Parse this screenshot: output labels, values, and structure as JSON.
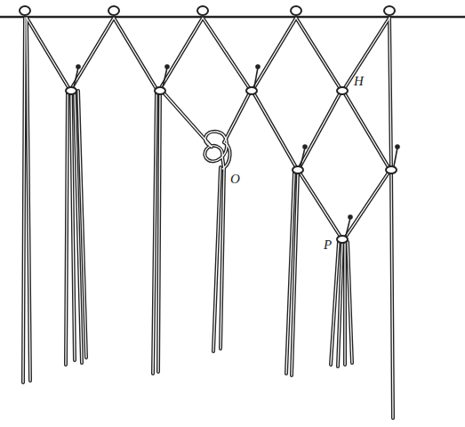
{
  "diagram": {
    "labels": [
      "H",
      "O",
      "P"
    ]
  }
}
